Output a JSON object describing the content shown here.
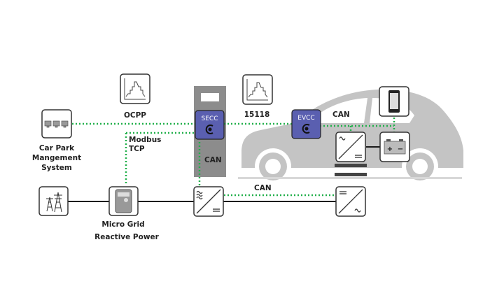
{
  "diagram": {
    "title": "EV charging communication and power architecture",
    "nodes": {
      "car_park": {
        "label_lines": [
          "Car Park",
          "Mangement",
          "System"
        ],
        "icon": "monitors-icon"
      },
      "ocpp": {
        "label": "OCPP",
        "icon": "load-profile-chart-icon"
      },
      "iso15118": {
        "label": "15118",
        "icon": "load-profile-chart-icon"
      },
      "secc": {
        "label": "SECC",
        "icon": "controller-chip-icon"
      },
      "evcc": {
        "label": "EVCC",
        "icon": "controller-chip-icon"
      },
      "grid": {
        "icon": "power-pylon-icon"
      },
      "micro_grid": {
        "label_lines": [
          "Micro Grid",
          "Reactive Power"
        ],
        "icon": "energy-meter-icon"
      },
      "ac_dc_converter": {
        "icon": "ac-dc-converter-icon"
      },
      "dc_ac_converter": {
        "icon": "dc-ac-converter-icon"
      },
      "onboard_converter": {
        "icon": "ac-dc-converter-icon"
      },
      "battery": {
        "icon": "battery-icon"
      },
      "phone": {
        "icon": "smartphone-icon"
      }
    },
    "link_labels": {
      "modbus": [
        "Modbus",
        "TCP"
      ],
      "can_station": "CAN",
      "can_car": "CAN",
      "can_power": "CAN"
    },
    "colors": {
      "comm_link": "#22b04b",
      "power_link": "#1a1a1a",
      "controller": "#5a5fb0",
      "station": "#8c8c8c",
      "car": "#c4c4c4"
    }
  }
}
